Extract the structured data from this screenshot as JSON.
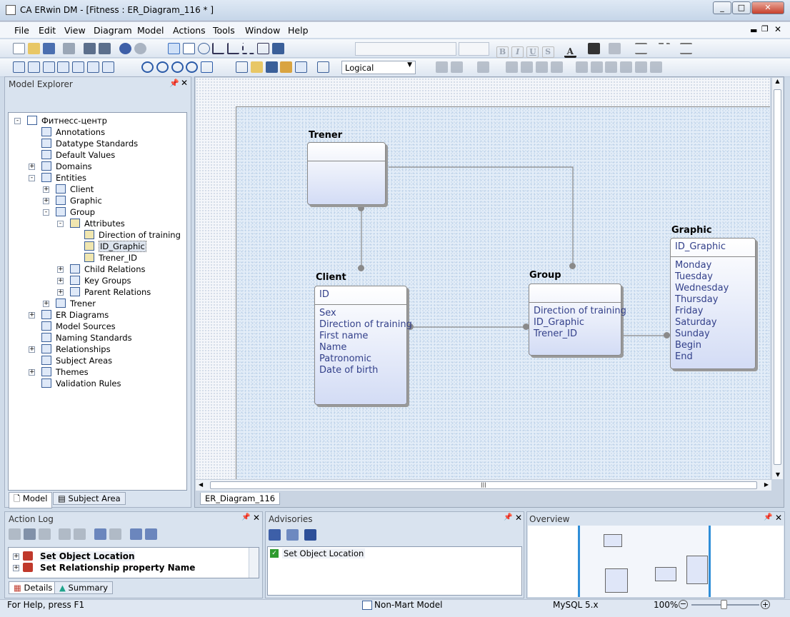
{
  "window": {
    "title": "CA ERwin DM - [Fitness : ER_Diagram_116 * ]"
  },
  "menu": [
    "File",
    "Edit",
    "View",
    "Diagram",
    "Model",
    "Actions",
    "Tools",
    "Window",
    "Help"
  ],
  "toolbar": {
    "view_select": "Logical"
  },
  "model_explorer": {
    "title": "Model Explorer",
    "tree": [
      {
        "label": "Фитнесс-центр",
        "level": 0,
        "icon": "model-icon"
      },
      {
        "label": "Annotations",
        "level": 1,
        "icon": "annotations-icon"
      },
      {
        "label": "Datatype Standards",
        "level": 1,
        "icon": "datatype-icon"
      },
      {
        "label": "Default Values",
        "level": 1,
        "icon": "default-values-icon"
      },
      {
        "label": "Domains",
        "level": 1,
        "icon": "domains-icon"
      },
      {
        "label": "Entities",
        "level": 1,
        "icon": "entities-icon"
      },
      {
        "label": "Client",
        "level": 2,
        "icon": "entity-icon"
      },
      {
        "label": "Graphic",
        "level": 2,
        "icon": "entity-icon"
      },
      {
        "label": "Group",
        "level": 2,
        "icon": "entity-icon"
      },
      {
        "label": "Attributes",
        "level": 3,
        "icon": "attributes-icon"
      },
      {
        "label": "Direction of training",
        "level": 4,
        "icon": "attribute-icon"
      },
      {
        "label": "ID_Graphic",
        "level": 4,
        "icon": "attribute-icon"
      },
      {
        "label": "Trener_ID",
        "level": 4,
        "icon": "attribute-icon"
      },
      {
        "label": "Child Relations",
        "level": 3,
        "icon": "relation-icon"
      },
      {
        "label": "Key Groups",
        "level": 3,
        "icon": "key-groups-icon"
      },
      {
        "label": "Parent Relations",
        "level": 3,
        "icon": "relation-icon"
      },
      {
        "label": "Trener",
        "level": 2,
        "icon": "entity-icon"
      },
      {
        "label": "ER Diagrams",
        "level": 1,
        "icon": "er-diagrams-icon"
      },
      {
        "label": "Model Sources",
        "level": 1,
        "icon": "model-sources-icon"
      },
      {
        "label": "Naming Standards",
        "level": 1,
        "icon": "naming-icon"
      },
      {
        "label": "Relationships",
        "level": 1,
        "icon": "relationships-icon"
      },
      {
        "label": "Subject Areas",
        "level": 1,
        "icon": "subject-areas-icon"
      },
      {
        "label": "Themes",
        "level": 1,
        "icon": "themes-icon"
      },
      {
        "label": "Validation Rules",
        "level": 1,
        "icon": "validation-icon"
      }
    ],
    "tabs": [
      "Model",
      "Subject Area"
    ]
  },
  "diagram": {
    "tab": "ER_Diagram_116",
    "entities": {
      "trener": {
        "name": "Trener",
        "keys": [],
        "attrs": []
      },
      "client": {
        "name": "Client",
        "keys": [
          "ID"
        ],
        "attrs": [
          "Sex",
          "Direction of training",
          "First name",
          "Name",
          "Patronomic",
          "Date of birth"
        ]
      },
      "group": {
        "name": "Group",
        "keys": [],
        "attrs": [
          "Direction of training",
          "ID_Graphic",
          "Trener_ID"
        ]
      },
      "graphic": {
        "name": "Graphic",
        "keys": [
          "ID_Graphic"
        ],
        "attrs": [
          "Monday",
          "Tuesday",
          "Wednesday",
          "Thursday",
          "Friday",
          "Saturday",
          "Sunday",
          "Begin",
          "End"
        ]
      }
    }
  },
  "action_log": {
    "title": "Action Log",
    "items": [
      "Set Object Location",
      "Set Relationship property Name"
    ],
    "tabs": [
      "Details",
      "Summary"
    ]
  },
  "advisories": {
    "title": "Advisories",
    "items": [
      "Set Object Location"
    ]
  },
  "overview": {
    "title": "Overview"
  },
  "status": {
    "help": "For Help, press F1",
    "model_type": "Non-Mart Model",
    "db": "MySQL 5.x",
    "zoom": "100%"
  }
}
